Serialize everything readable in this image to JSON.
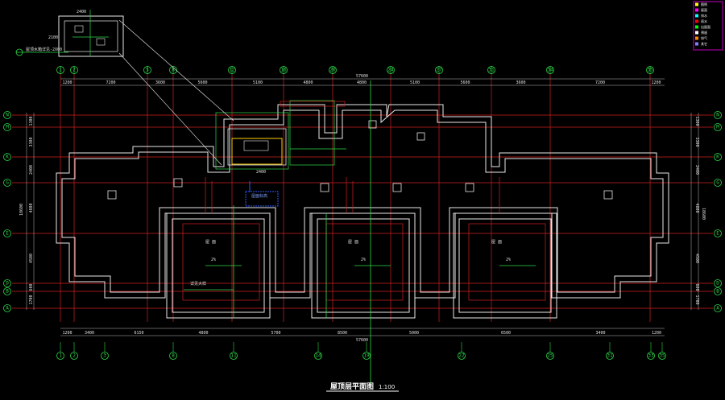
{
  "drawing": {
    "title": "屋顶层平面图",
    "scale": "1:100",
    "overall_dim_top": "57600",
    "overall_dim_bottom": "57600",
    "overall_dim_left": "18600",
    "overall_dim_right": "18600"
  },
  "top_axes": [
    "1",
    "2",
    "5",
    "8",
    "12",
    "16",
    "20",
    "24",
    "27",
    "31",
    "34",
    "35"
  ],
  "bottom_axes": [
    "1",
    "2",
    "3",
    "8",
    "11",
    "14",
    "19",
    "22",
    "25",
    "31",
    "33",
    "35"
  ],
  "row_axes_left": [
    "N",
    "M",
    "K",
    "G",
    "E",
    "D",
    "B",
    "A"
  ],
  "row_axes_right": [
    "N",
    "M",
    "K",
    "G",
    "E",
    "D",
    "B",
    "A"
  ],
  "dims_top": [
    "1200",
    "7200",
    "3600",
    "5600",
    "5100",
    "4800",
    "4800",
    "5100",
    "5600",
    "3600",
    "7200",
    "1200"
  ],
  "dims_bottom": [
    "1200",
    "3400",
    "6150",
    "4800",
    "5700",
    "8500",
    "5000",
    "6500",
    "3400",
    "1200"
  ],
  "dims_left": [
    "1300",
    "3300",
    "2400",
    "4800",
    "4500",
    "600",
    "1700"
  ],
  "dims_right": [
    "1300",
    "3300",
    "2400",
    "4800",
    "4500",
    "600",
    "1700"
  ],
  "annotations": {
    "elev_callout": "屋面标高",
    "slope_a": "2%",
    "slope_b": "2%",
    "slope_c": "2%",
    "stair_label_1": "屋 面",
    "stair_label_2": "屋 面",
    "stair_label_3": "屋 面",
    "detail_ref": "详见大样",
    "small_note": "2400"
  },
  "inset": {
    "dim_w": "2400",
    "dim_h": "2100",
    "note": "屋顶水箱详见-2X00"
  },
  "legend": {
    "items": [
      "图例",
      "屋面",
      "排水",
      "雨水",
      "出屋面",
      "预留",
      "排气",
      "其它"
    ],
    "colors": [
      "#ffff00",
      "#ff00ff",
      "#00ffff",
      "#ff0000",
      "#00ff00",
      "#ffffff",
      "#ff8800",
      "#8080ff"
    ]
  },
  "colors": {
    "axis_red": "#d02020",
    "wall_white": "#e8e8e8",
    "grid_green": "#2dd84a",
    "dim_white": "#cccccc",
    "magenta": "#c000c0",
    "blue": "#2b57ff",
    "yellow": "#ffd000"
  }
}
